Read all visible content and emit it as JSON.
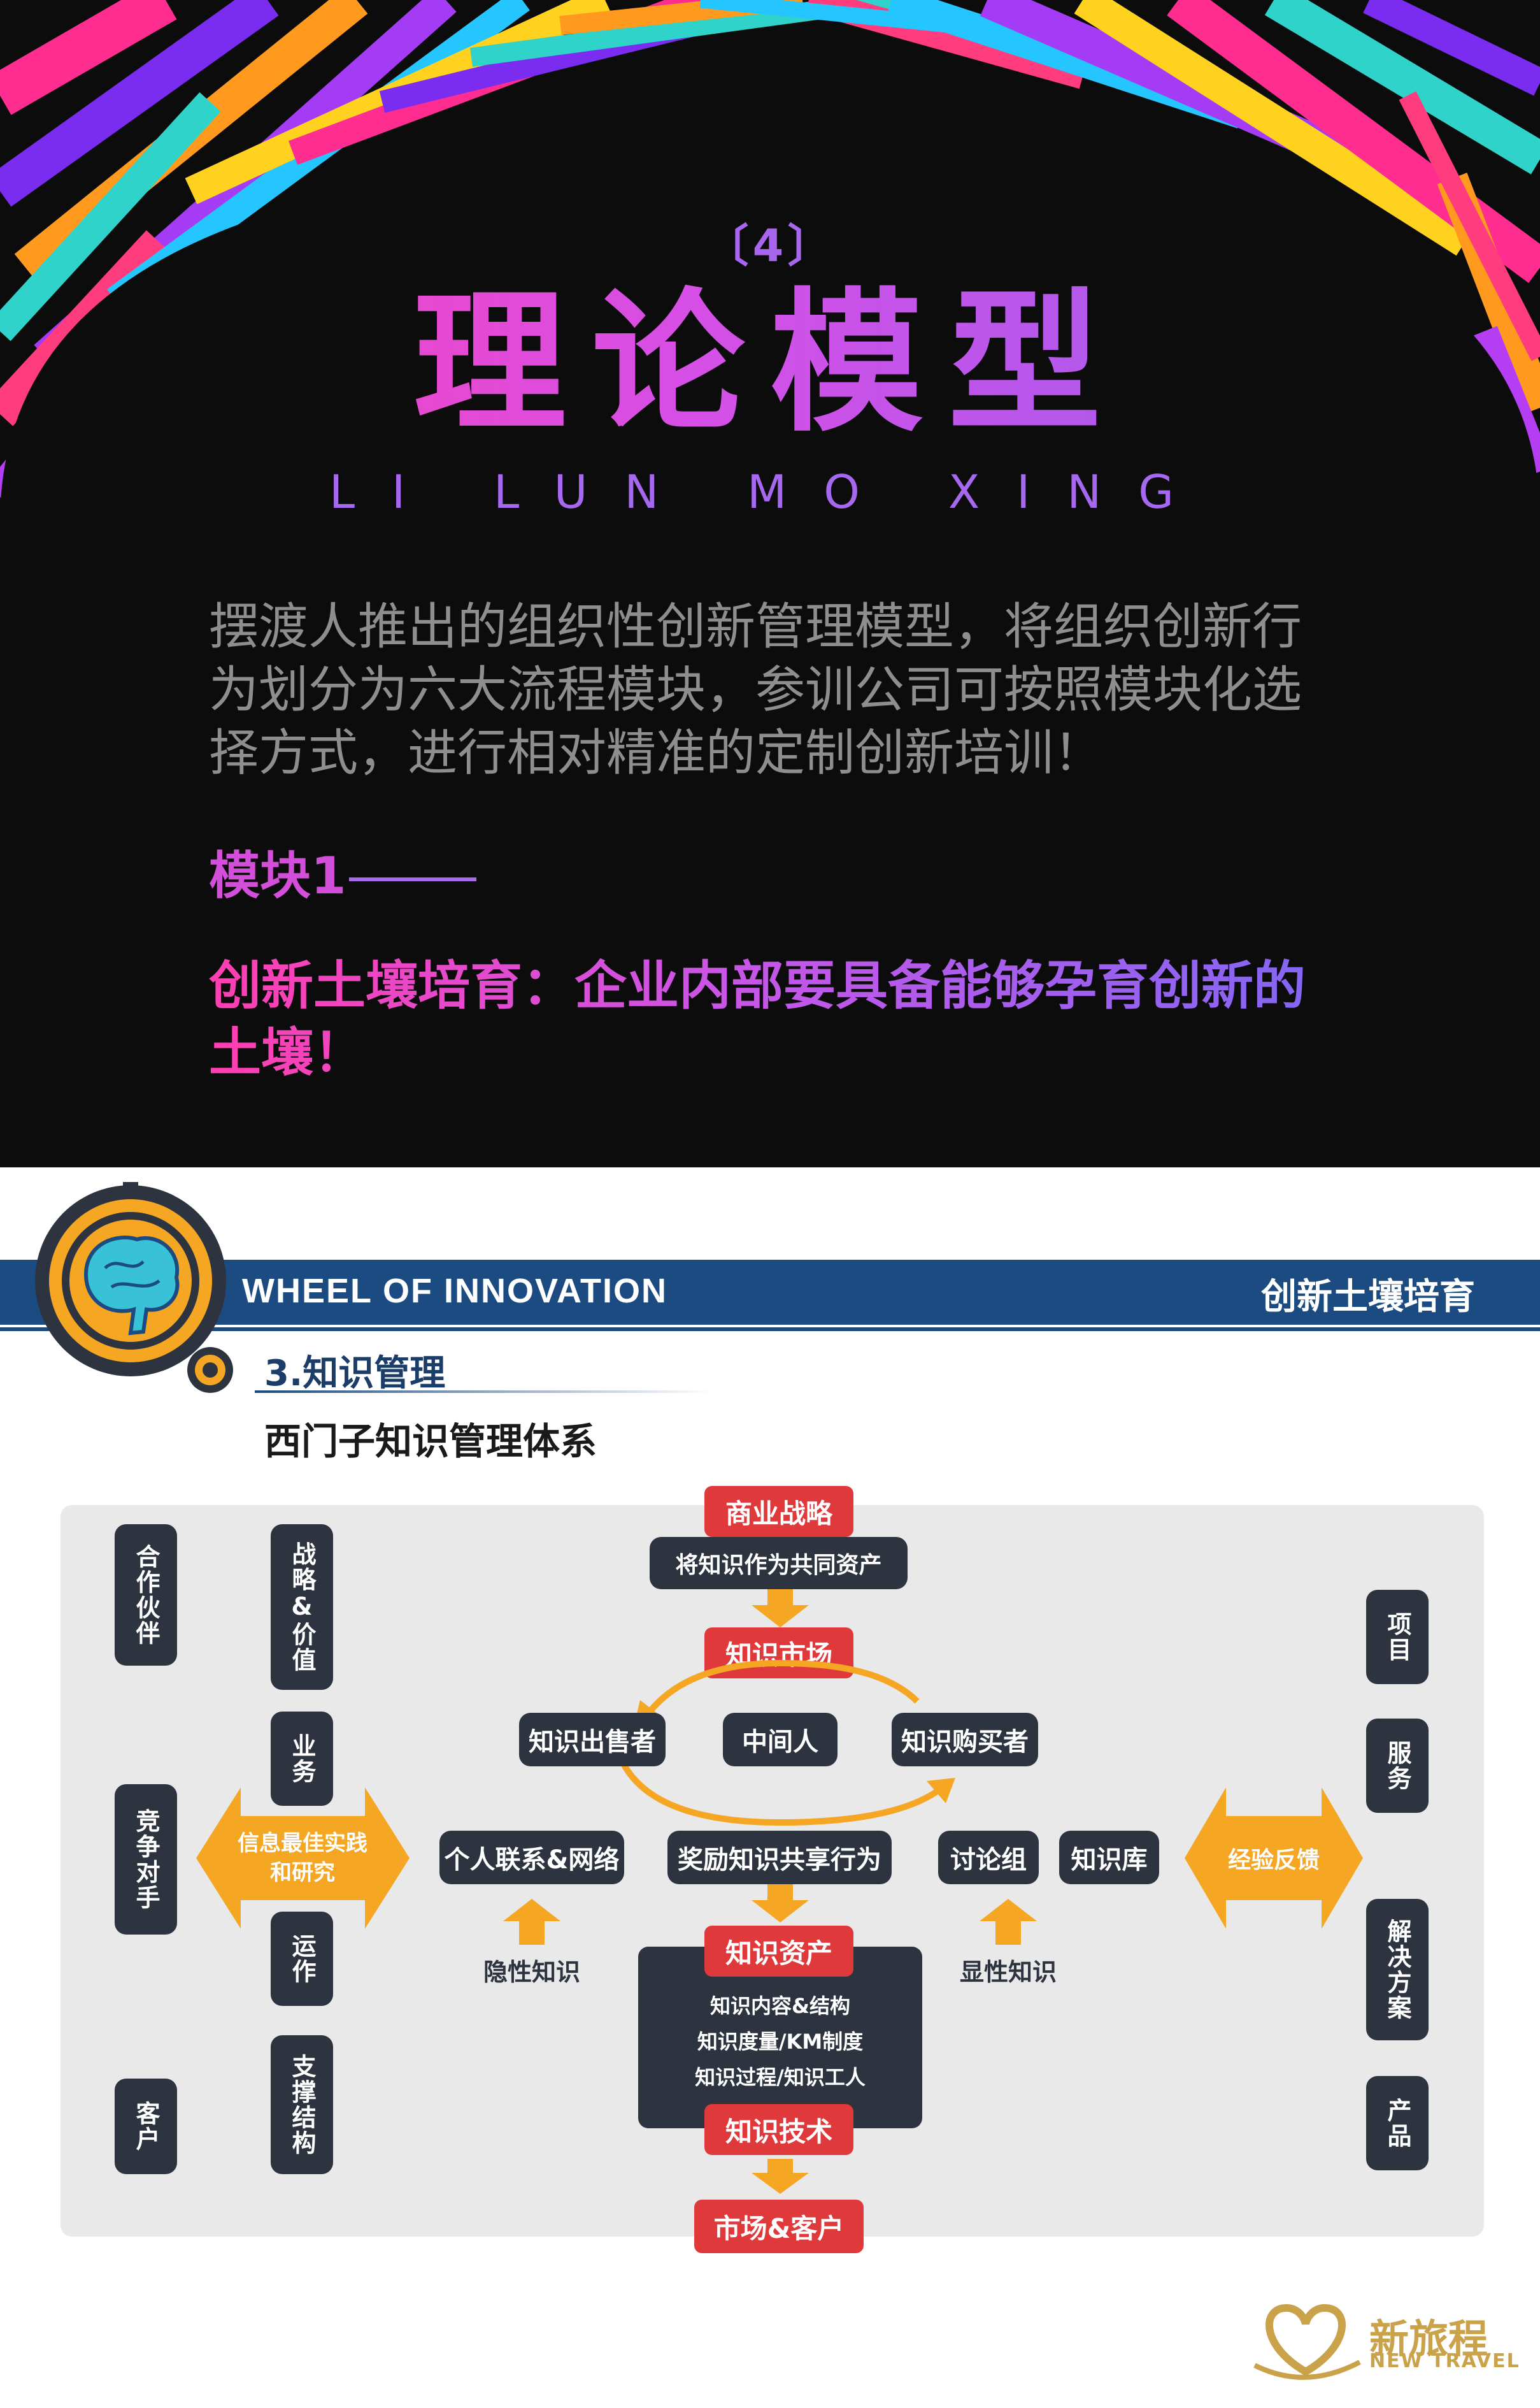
{
  "header": {
    "number": "〔4〕",
    "title": "理论模型",
    "subtitle": "LI LUN MO XING"
  },
  "intro": "摆渡人推出的组织性创新管理模型，将组织创新行为划分为六大流程模块，参训公司可按照模块化选择方式，进行相对精准的定制创新培训！",
  "module_label": "模块1",
  "headline": "创新土壤培育：企业内部要具备能够孕育创新的土壤！",
  "slide": {
    "band_left": "WHEEL OF INNOVATION",
    "band_right": "创新土壤培育",
    "section_title": "3.知识管理",
    "subtitle": "西门子知识管理体系",
    "left_col1": [
      "合作伙伴",
      "竞争对手",
      "客户"
    ],
    "left_col2": [
      "战略&价值",
      "业务",
      "运作",
      "支撑结构"
    ],
    "left_arrow": "信息最佳实践和研究",
    "right_col": [
      "项目",
      "服务",
      "解决方案",
      "产品"
    ],
    "right_arrow": "经验反馈",
    "top_red": "商业战略",
    "top_pill": "将知识作为共同资产",
    "market_red": "知识市场",
    "row1": [
      "知识出售者",
      "中间人",
      "知识购买者"
    ],
    "row2_left": "个人联系&网络",
    "row2_center": "奖励知识共享行为",
    "row2_right": [
      "讨论组",
      "知识库"
    ],
    "tacit": "隐性知识",
    "explicit": "显性知识",
    "asset_red": "知识资产",
    "asset_lines": [
      "知识内容&结构",
      "知识度量/KM制度",
      "知识过程/知识工人"
    ],
    "tech_red": "知识技术",
    "market_client": "市场&客户"
  },
  "logo": {
    "cn": "新旅程",
    "en": "NEW TRAVEL"
  },
  "colors": {
    "background_dark": "#0d0c0d",
    "accent_pink": "#ff3fb1",
    "accent_purple": "#8e62f4",
    "band_blue": "#1b4b80",
    "box_dark": "#2d3440",
    "box_red": "#e0393c",
    "arrow_orange": "#f5a623",
    "logo_gold": "#c9a24a"
  }
}
